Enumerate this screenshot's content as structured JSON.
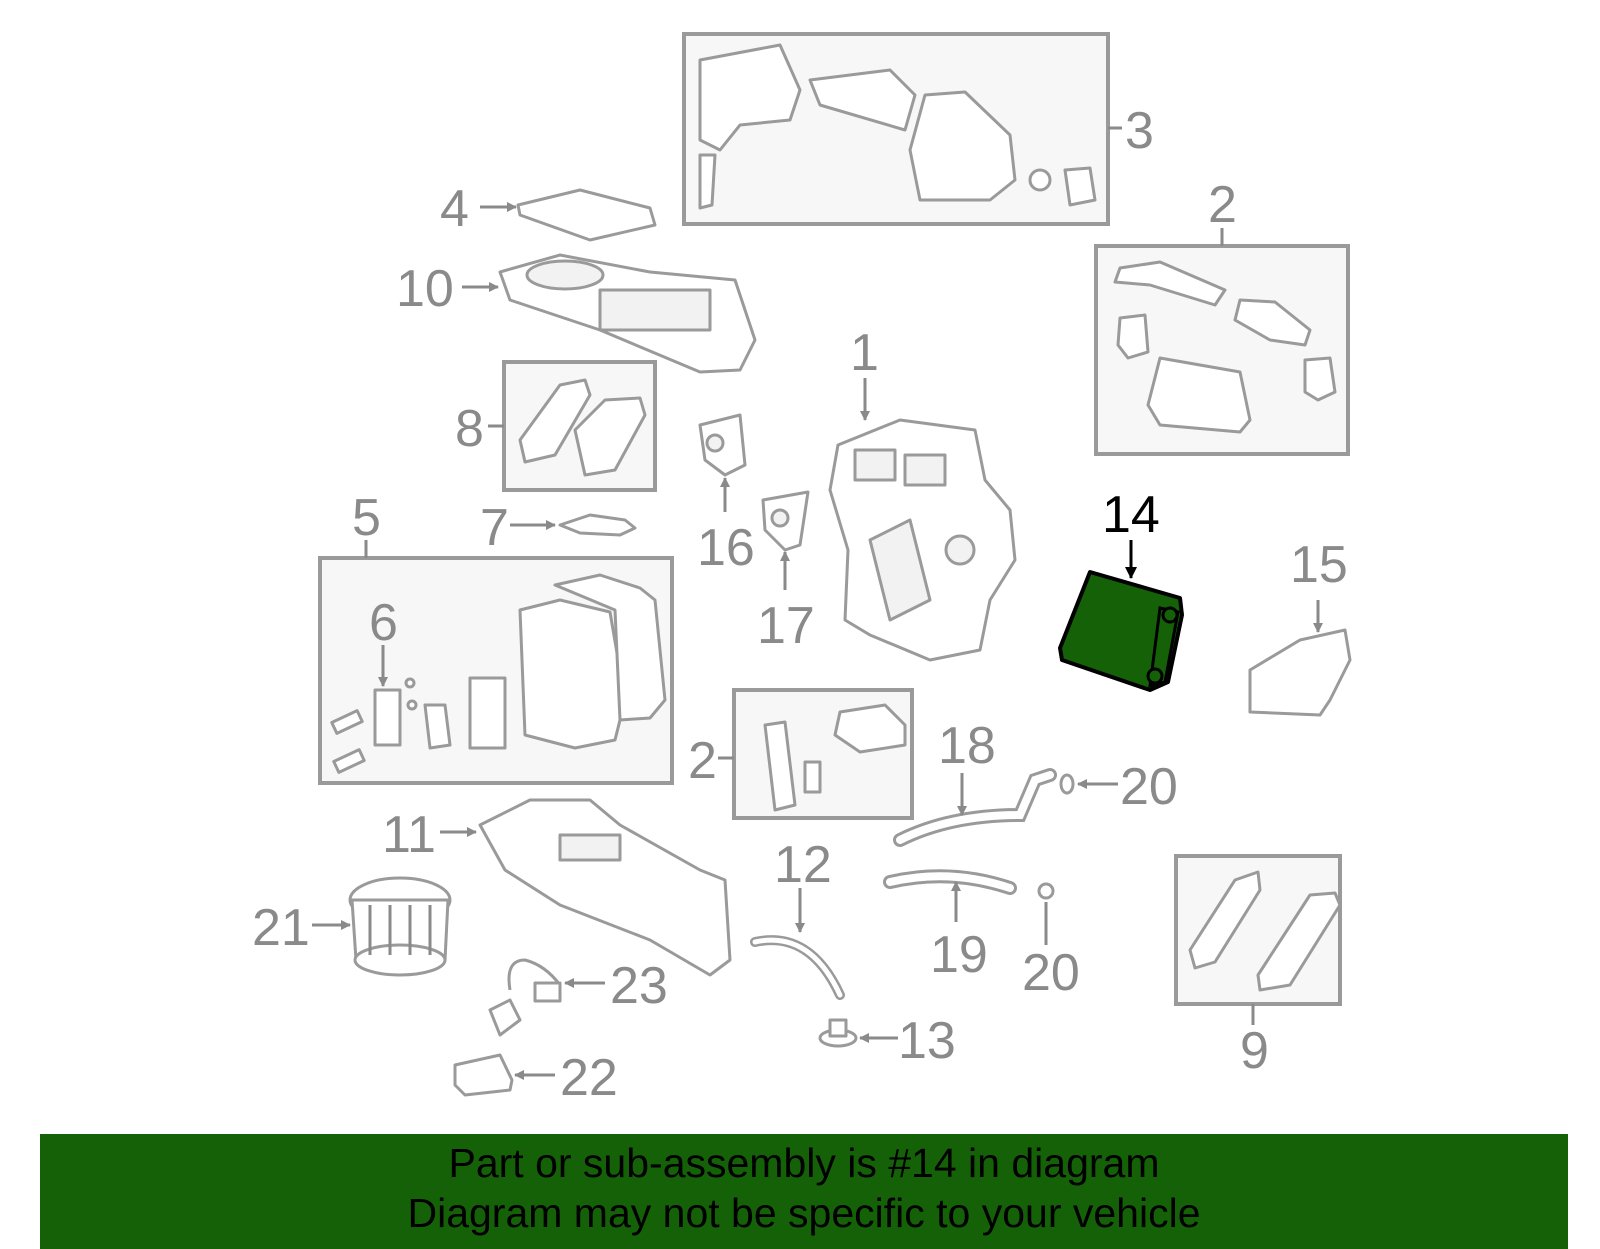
{
  "diagram": {
    "highlight_color": "#146108",
    "highlighted_part": "14",
    "callouts": {
      "c1": "1",
      "c2a": "2",
      "c2b": "2",
      "c3": "3",
      "c4": "4",
      "c5": "5",
      "c6": "6",
      "c7": "7",
      "c8": "8",
      "c9": "9",
      "c10": "10",
      "c11": "11",
      "c12": "12",
      "c13": "13",
      "c14": "14",
      "c15": "15",
      "c16": "16",
      "c17": "17",
      "c18": "18",
      "c19": "19",
      "c20a": "20",
      "c20b": "20",
      "c21": "21",
      "c22": "22",
      "c23": "23"
    }
  },
  "banner": {
    "line1": "Part or sub-assembly is #14 in diagram",
    "line2": "Diagram may not be specific to your vehicle",
    "background": "#146108"
  }
}
